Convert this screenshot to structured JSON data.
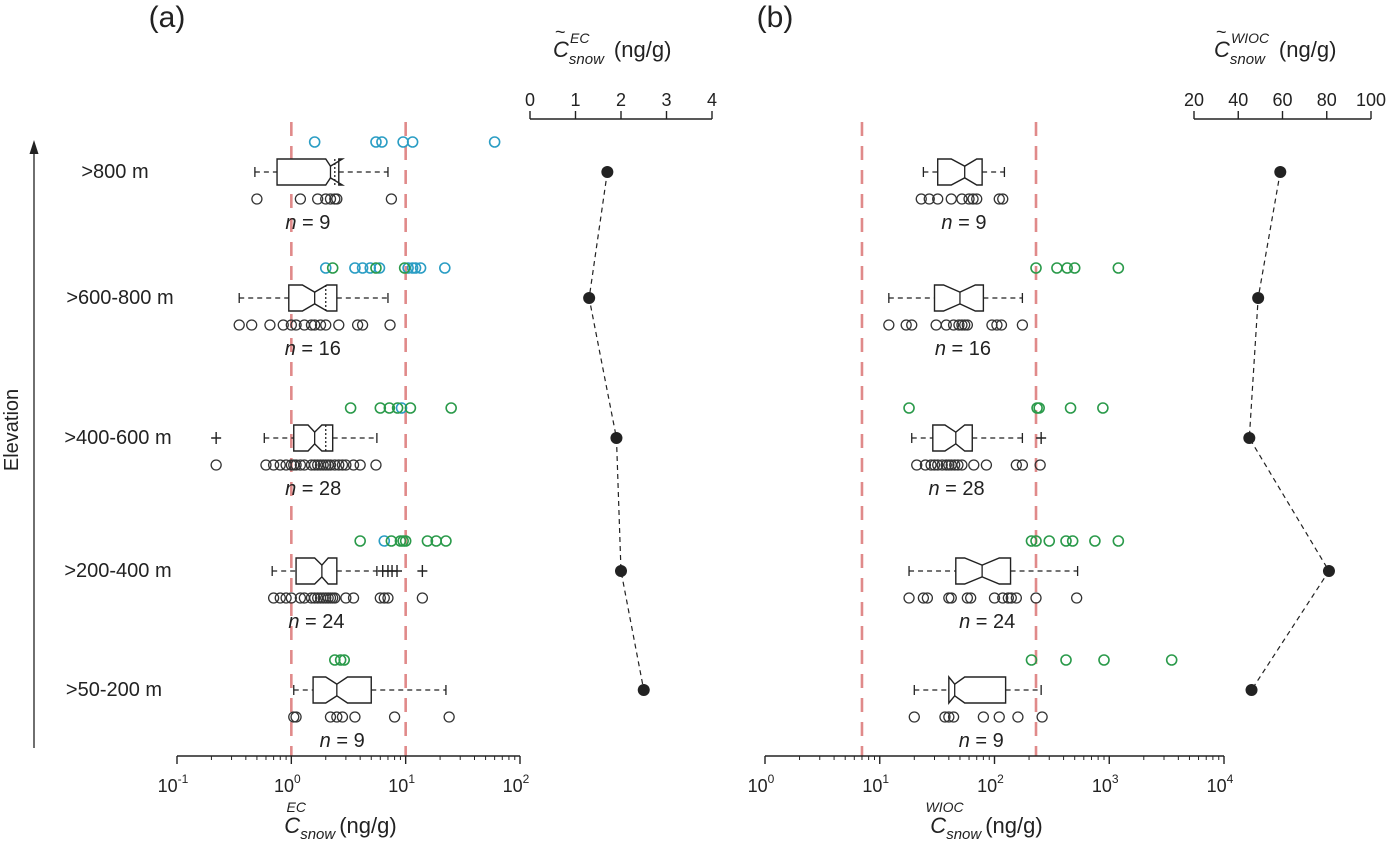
{
  "panels": {
    "a": {
      "label": "(a)",
      "xlabel_main": "C",
      "xlabel_sub": "snow",
      "xlabel_sup": "EC",
      "xlabel_unit": "(ng/g)",
      "top_label_main": "C",
      "top_label_sub": "snow",
      "top_label_sup": "EC",
      "top_label_unit": "(ng/g)",
      "x_ticks": [
        {
          "base": "10",
          "exp": "-1"
        },
        {
          "base": "10",
          "exp": "0"
        },
        {
          "base": "10",
          "exp": "1"
        },
        {
          "base": "10",
          "exp": "2"
        }
      ],
      "top_ticks": [
        "0",
        "1",
        "2",
        "3",
        "4"
      ]
    },
    "b": {
      "label": "(b)",
      "xlabel_main": "C",
      "xlabel_sub": "snow",
      "xlabel_sup": "WIOC",
      "xlabel_unit": "(ng/g)",
      "top_label_main": "C",
      "top_label_sub": "snow",
      "top_label_sup": "WIOC",
      "top_label_unit": "(ng/g)",
      "x_ticks": [
        {
          "base": "10",
          "exp": "0"
        },
        {
          "base": "10",
          "exp": "1"
        },
        {
          "base": "10",
          "exp": "2"
        },
        {
          "base": "10",
          "exp": "3"
        },
        {
          "base": "10",
          "exp": "4"
        }
      ],
      "top_ticks": [
        "20",
        "40",
        "60",
        "80",
        "100"
      ]
    }
  },
  "y_axis_label": "Elevation",
  "n_prefix": "n",
  "colors": {
    "dashed_line": "#e08a8a",
    "blue_circle": "#2a9dc4",
    "green_circle": "#2a9a4a",
    "black": "#222222",
    "dark_circle": "#333333"
  },
  "chart_data": [
    {
      "type": "box",
      "panel": "a",
      "title": "(a)",
      "xlabel": "C_snow^EC (ng/g)",
      "x_scale": "log",
      "xlim": [
        0.1,
        100
      ],
      "categories": [
        ">800 m",
        ">600-800 m",
        ">400-600 m",
        ">200-400 m",
        ">50-200 m"
      ],
      "reference_lines": [
        1,
        10
      ],
      "groups": [
        {
          "label": ">800 m",
          "n": "9",
          "whisker_low": 0.48,
          "q1": 0.75,
          "median": 2.2,
          "q3": 2.6,
          "whisker_high": 7.0,
          "notch_low": 2.0,
          "notch_high": 2.8,
          "mean_dotted": 2.4,
          "outliers": [],
          "samples": [
            0.5,
            1.2,
            1.7,
            2.0,
            2.2,
            2.4,
            2.5,
            7.5
          ],
          "comparison": [
            {
              "color": "blue",
              "values": [
                1.6,
                5.5,
                6.2,
                9.5,
                11.5,
                60
              ]
            }
          ]
        },
        {
          "label": ">600-800 m",
          "n": "16",
          "whisker_low": 0.35,
          "q1": 0.95,
          "median": 1.6,
          "q3": 2.5,
          "whisker_high": 7.0,
          "notch_low": 1.25,
          "notch_high": 2.05,
          "mean_dotted": 2.0,
          "outliers": [],
          "samples": [
            0.35,
            0.45,
            0.65,
            0.85,
            1.0,
            1.1,
            1.3,
            1.5,
            1.6,
            1.8,
            2.0,
            2.6,
            3.8,
            4.2,
            7.3
          ],
          "comparison": [
            {
              "color": "blue",
              "values": [
                2.0,
                3.6,
                4.2,
                4.9,
                5.9,
                10.5,
                11.5,
                12.2,
                13.5,
                22
              ]
            },
            {
              "color": "green",
              "values": [
                2.3,
                5.5,
                9.8
              ]
            }
          ]
        },
        {
          "label": ">400-600 m",
          "n": "28",
          "whisker_low": 0.58,
          "q1": 1.05,
          "median": 1.6,
          "q3": 2.3,
          "whisker_high": 5.6,
          "notch_low": 1.4,
          "notch_high": 1.85,
          "mean_dotted": 2.0,
          "outliers": [
            0.22
          ],
          "samples": [
            0.22,
            0.6,
            0.7,
            0.8,
            0.9,
            1.0,
            1.05,
            1.1,
            1.2,
            1.3,
            1.5,
            1.6,
            1.7,
            1.8,
            1.9,
            2.0,
            2.1,
            2.2,
            2.4,
            2.6,
            2.8,
            3.0,
            3.5,
            4.0,
            5.5
          ],
          "comparison": [
            {
              "color": "blue",
              "values": [
                9.2
              ]
            },
            {
              "color": "green",
              "values": [
                3.3,
                6.0,
                7.2,
                8.5,
                11.0,
                25
              ]
            }
          ]
        },
        {
          "label": ">200-400 m",
          "n": "24",
          "whisker_low": 0.68,
          "q1": 1.1,
          "median": 1.85,
          "q3": 2.5,
          "whisker_high": 5.6,
          "notch_low": 1.6,
          "notch_high": 2.1,
          "outliers": [
            6.3,
            7.0,
            7.6,
            8.4,
            14
          ],
          "samples": [
            0.7,
            0.8,
            0.9,
            1.0,
            1.2,
            1.3,
            1.5,
            1.6,
            1.7,
            1.8,
            1.9,
            2.0,
            2.1,
            2.2,
            2.3,
            2.4,
            3.0,
            3.5,
            6.0,
            6.5,
            7.0,
            14
          ],
          "comparison": [
            {
              "color": "blue",
              "values": [
                6.5
              ]
            },
            {
              "color": "green",
              "values": [
                4.0,
                7.5,
                9.0,
                9.5,
                10.0,
                15.5,
                18.5,
                22.5
              ]
            }
          ]
        },
        {
          "label": ">50-200 m",
          "n": "9",
          "whisker_low": 1.05,
          "q1": 1.55,
          "median": 2.5,
          "q3": 5.0,
          "whisker_high": 22.5,
          "notch_low": 2.0,
          "notch_high": 3.1,
          "outliers": [],
          "samples": [
            1.05,
            1.1,
            2.2,
            2.5,
            2.8,
            3.6,
            8.0,
            24
          ],
          "comparison": [
            {
              "color": "green",
              "values": [
                2.4,
                2.7,
                2.9
              ]
            }
          ]
        }
      ],
      "median_series": {
        "axis_label": "C~_snow^EC (ng/g)",
        "xlim": [
          0,
          4
        ],
        "values": [
          1.7,
          1.3,
          1.9,
          2.0,
          2.5
        ]
      }
    },
    {
      "type": "box",
      "panel": "b",
      "title": "(b)",
      "xlabel": "C_snow^WIOC (ng/g)",
      "x_scale": "log",
      "xlim": [
        1,
        10000
      ],
      "categories": [
        ">800 m",
        ">600-800 m",
        ">400-600 m",
        ">200-400 m",
        ">50-200 m"
      ],
      "reference_lines": [
        7,
        230
      ],
      "groups": [
        {
          "label": ">800 m",
          "n": "9",
          "whisker_low": 24,
          "q1": 32,
          "median": 55,
          "q3": 78,
          "whisker_high": 122,
          "notch_low": 42,
          "notch_high": 70,
          "outliers": [],
          "samples": [
            23,
            27,
            32,
            42,
            52,
            60,
            65,
            70,
            110,
            118
          ],
          "comparison": []
        },
        {
          "label": ">600-800 m",
          "n": "16",
          "whisker_low": 12,
          "q1": 30,
          "median": 50,
          "q3": 80,
          "whisker_high": 175,
          "notch_low": 36,
          "notch_high": 68,
          "outliers": [],
          "samples": [
            12,
            17,
            19,
            31,
            38,
            44,
            49,
            52,
            55,
            58,
            95,
            105,
            115,
            175
          ],
          "comparison": [
            {
              "color": "green",
              "values": [
                230,
                350,
                430,
                500,
                1200
              ]
            }
          ]
        },
        {
          "label": ">400-600 m",
          "n": "28",
          "whisker_low": 19,
          "q1": 29,
          "median": 46,
          "q3": 64,
          "whisker_high": 175,
          "notch_low": 37,
          "notch_high": 55,
          "outliers": [
            255
          ],
          "samples": [
            21,
            25,
            28,
            30,
            32,
            35,
            38,
            40,
            42,
            45,
            48,
            52,
            66,
            85,
            155,
            175,
            250
          ],
          "comparison": [
            {
              "color": "green",
              "values": [
                18,
                235,
                245,
                460,
                880
              ]
            }
          ]
        },
        {
          "label": ">200-400 m",
          "n": "24",
          "whisker_low": 18,
          "q1": 46,
          "median": 78,
          "q3": 138,
          "whisker_high": 530,
          "notch_low": 55,
          "notch_high": 110,
          "outliers": [],
          "samples": [
            18,
            24,
            26,
            40,
            42,
            58,
            62,
            100,
            118,
            132,
            140,
            155,
            230,
            520
          ],
          "comparison": [
            {
              "color": "green",
              "values": [
                210,
                230,
                300,
                420,
                480,
                750,
                1200
              ]
            }
          ]
        },
        {
          "label": ">50-200 m",
          "n": "9",
          "whisker_low": 20,
          "q1": 40,
          "median": 45,
          "q3": 125,
          "whisker_high": 255,
          "notch_low": 40,
          "notch_high": 55,
          "outliers": [],
          "samples": [
            20,
            37,
            40,
            44,
            80,
            110,
            160,
            260
          ],
          "comparison": [
            {
              "color": "green",
              "values": [
                210,
                420,
                900,
                3500
              ]
            }
          ]
        }
      ],
      "median_series": {
        "axis_label": "C~_snow^WIOC (ng/g)",
        "xlim": [
          20,
          100
        ],
        "values": [
          59,
          49,
          45,
          81,
          46
        ]
      }
    }
  ]
}
